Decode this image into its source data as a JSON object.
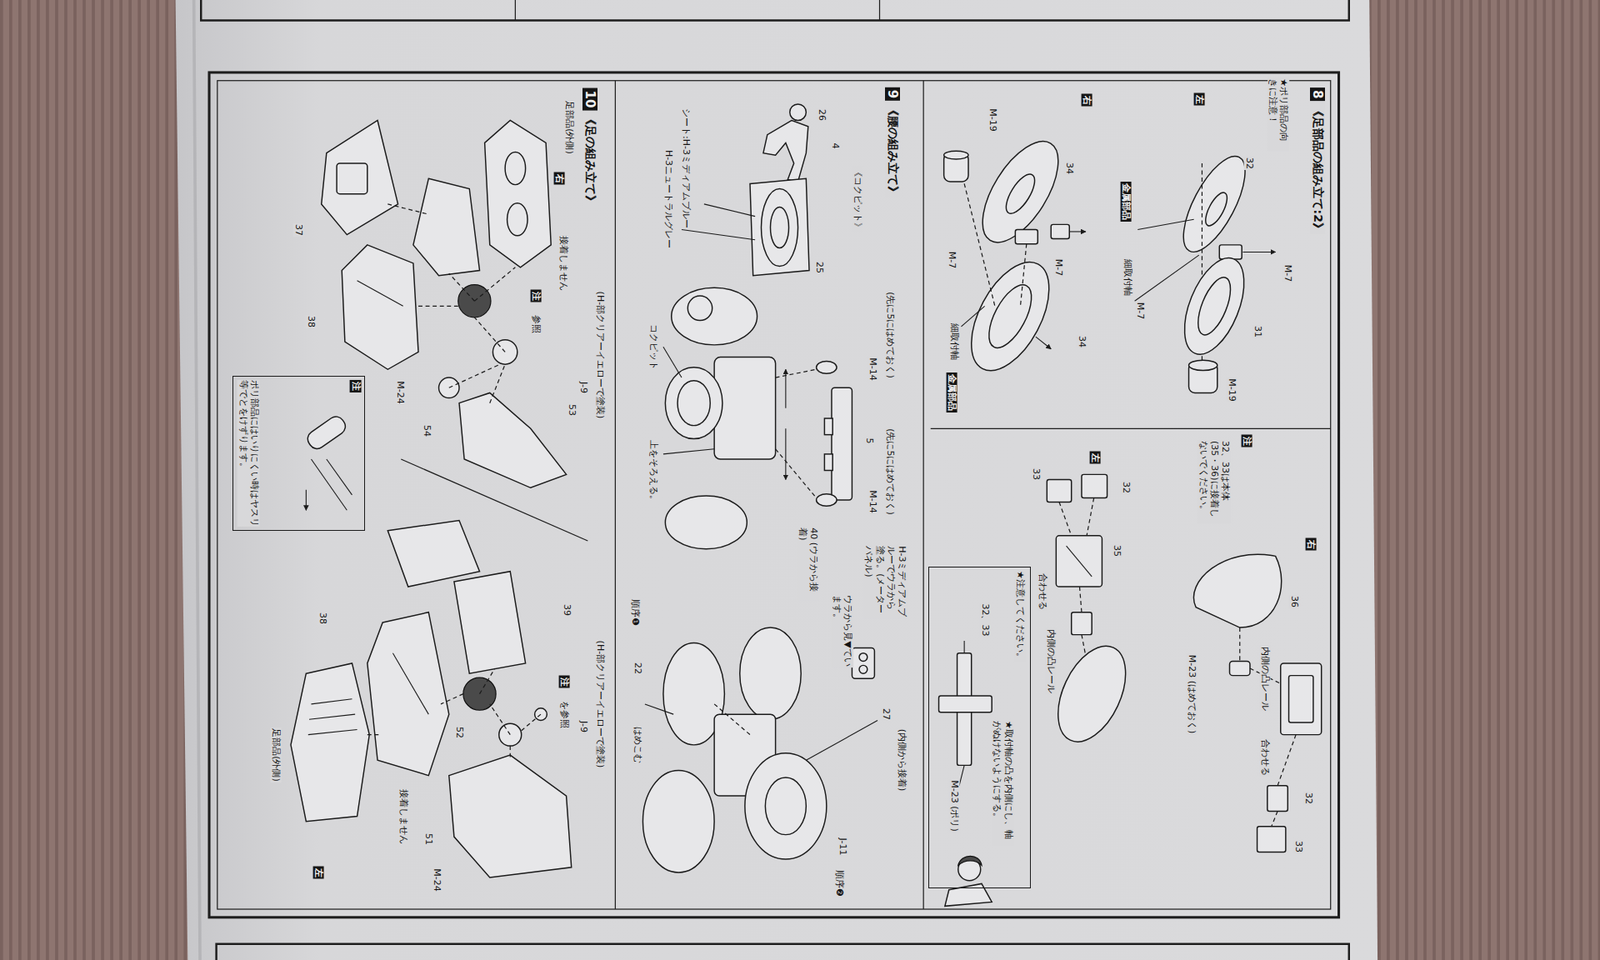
{
  "diagram": {
    "nodes": [
      {
        "text": [
          "8",
          "《足部品の組み立て:2》"
        ]
      },
      {
        "text": [
          "★注意してください。",
          "★取付軸の凸を内側にし、軸がぬけないようにする。"
        ],
        "in": 0
      },
      {
        "text": [
          "9",
          "《腰の組み立て》"
        ]
      },
      {
        "text": [
          "10",
          "《足の組み立て》"
        ]
      },
      {
        "text": [
          "注",
          "ポリ部品にはいりにくい時はヤスリ等でとをけずります。"
        ],
        "in": 3
      }
    ],
    "labels": [
      "★ポリ部品の向きに注意！",
      "左",
      "金属部品",
      "細取付軸",
      "32",
      "M-7",
      "M-7",
      "31",
      "M-19",
      "右",
      "M-19",
      "34",
      "M-7",
      "M-7",
      "細取付軸",
      "金属部品",
      "34",
      "注",
      "32、33は本体(35・36)に接着しないでください。",
      "右",
      "36",
      "内側の凸レール",
      "合わせる",
      "M-23 (はめておく)",
      "32",
      "33",
      "左",
      "33",
      "32",
      "35",
      "合わせる",
      "内側の凸レール",
      "32、33",
      "M-23 (ポリ)",
      "《コクピット》",
      "26",
      "4",
      "25",
      "シート:H-3ミディアムブルー",
      "H-3ニュートラルグレー",
      "(先に5にはめておく)",
      "M-14",
      "5",
      "(先に5にはめておく)",
      "M-14",
      "コクピット",
      "上をそろえる。",
      "40 (ウラから接着)",
      "H-3ミディアムブルーでウラから塗る。(メーターパネル)",
      "ウラから見▼ています。",
      "27",
      "(内側から接着)",
      "順序❶",
      "22",
      "はめこむ",
      "J-11",
      "順序❷",
      "足部品(外側)",
      "右",
      "(H-部クリアーイエローで塗装)",
      "J-9",
      "53",
      "注",
      "参照",
      "接着しません",
      "37",
      "38",
      "M-24",
      "54",
      "(H-部クリアーイエローで塗装)",
      "J-9",
      "注",
      "を参照",
      "39",
      "38",
      "52",
      "51",
      "M-24",
      "接着しません",
      "足部品(外側)",
      "左"
    ]
  }
}
